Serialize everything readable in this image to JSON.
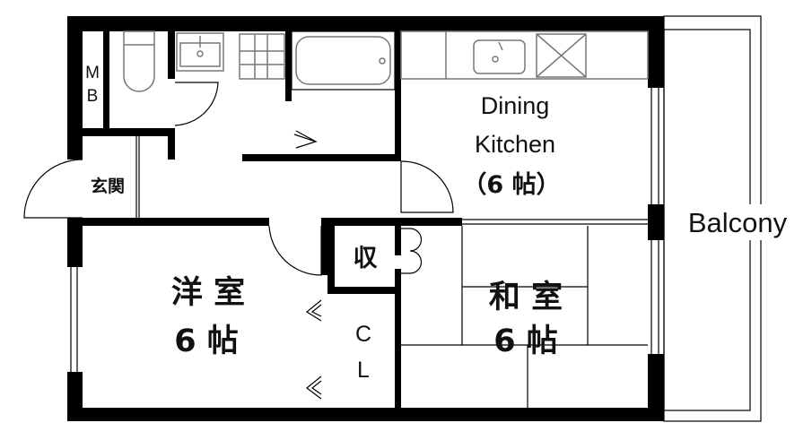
{
  "plan": {
    "rooms": {
      "meter_box": {
        "line1": "M",
        "line2": "B"
      },
      "entrance": "玄関",
      "dining_kitchen": {
        "line1": "Dining",
        "line2": "Kitchen",
        "line3": "（6 帖）"
      },
      "western_room": {
        "line1": "洋 室",
        "line2": "6 帖"
      },
      "japanese_room": {
        "line1": "和 室",
        "line2": "6 帖"
      },
      "storage": "収",
      "closet": {
        "line1": "C",
        "line2": "L"
      },
      "balcony": "Balcony"
    }
  }
}
